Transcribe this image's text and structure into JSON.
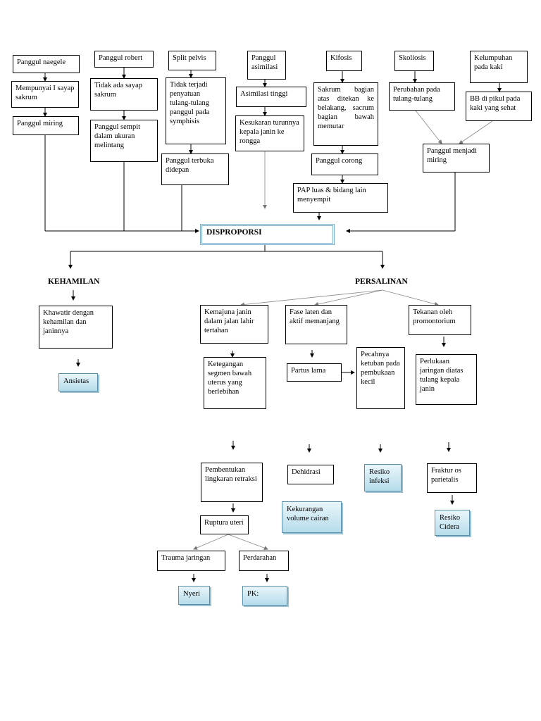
{
  "nodes": {
    "panggul_naegele": "Panggul naegele",
    "panggul_robert": "Panggul robert",
    "split_pelvis": "Split pelvis",
    "panggul_asimilasi": "Panggul asimilasi",
    "kifosis": "Kifosis",
    "skoliosis": "Skoliosis",
    "kelumpuhan_kaki": "Kelumpuhan pada kaki",
    "mempunyai_sayap": "Mempunyai I sayap sakrum",
    "tidak_ada_sayap": "Tidak ada sayap sakrum",
    "tidak_terjadi_penyatuan": "Tidak terjadi penyatuan tulang-tulang panggul pada symphisis",
    "asimilasi_tinggi": "Asimilasi tinggi",
    "sakrum_ditekan": "Sakrum bagian atas ditekan ke belakang, sacrum bagian bawah memutar",
    "perubahan_tulang": "Perubahan pada tulang-tulang",
    "bb_dipikul": "BB di pikul pada kaki yang sehat",
    "panggul_miring": "Panggul miring",
    "panggul_sempit": "Panggul sempit dalam ukuran melintang",
    "kesukaran_turunnya": "Kesukaran turunnya kepala janin ke rongga",
    "panggul_terbuka": "Panggul terbuka didepan",
    "panggul_corong": "Panggul corong",
    "panggul_menjadi_miring": "Panggul menjadi miring",
    "pap_luas": "PAP luas & bidang lain menyempit",
    "disproporsi": "DISPROPORSI",
    "kehamilan": "KEHAMILAN",
    "persalinan": "PERSALINAN",
    "khawatir": "Khawatir dengan kehamilan dan janinnya",
    "ansietas": "Ansietas",
    "kemajuan_janin": "Kemajuna janin dalam jalan lahir tertahan",
    "fase_laten": "Fase laten dan aktif memanjang",
    "tekanan_promontorium": "Tekanan oleh promontorium",
    "ketegangan_segmen": "Ketegangan segmen bawah uterus yang berlebihan",
    "partus_lama": "Partus lama",
    "pecahnya_ketuban": "Pecahnya ketuban pada pembukaan kecil",
    "perlukaan_jaringan": "Perlukaan jaringan diatas tulang kepala janin",
    "pembentukan_lingkaran": "Pembentukan lingkaran retraksi",
    "dehidrasi": "Dehidrasi",
    "resiko_infeksi": "Resiko infeksi",
    "fraktur_parietalis": "Fraktur os parietalis",
    "ruptura_uteri": "Ruptura uteri",
    "kekurangan_volume": "Kekurangan volume cairan",
    "resiko_cidera": "Resiko Cidera",
    "trauma_jaringan": "Trauma jaringan",
    "perdarahan": "Perdarahan",
    "nyeri": "Nyeri",
    "pk": "PK:"
  }
}
